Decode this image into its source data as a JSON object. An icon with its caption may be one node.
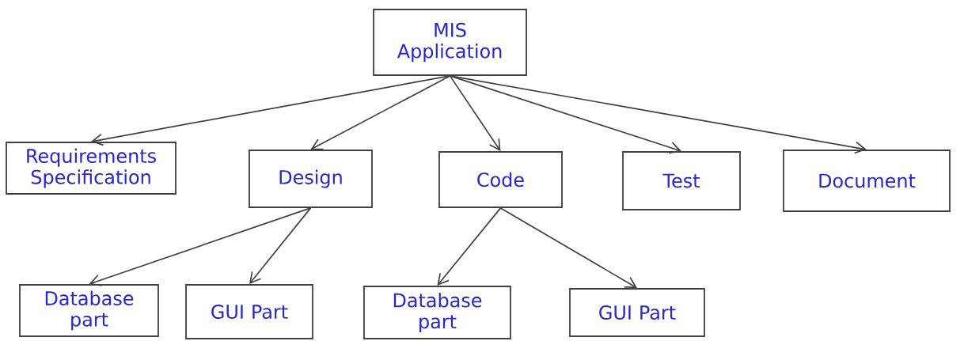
{
  "diagram": {
    "nodes": [
      {
        "text": [
          "MIS Application"
        ]
      },
      {
        "text": [
          "Requirements Specification"
        ]
      },
      {
        "text": [
          "Design"
        ]
      },
      {
        "text": [
          "Code"
        ]
      },
      {
        "text": [
          "Test"
        ]
      },
      {
        "text": [
          "Document"
        ]
      },
      {
        "text": [
          "Database part"
        ]
      },
      {
        "text": [
          "GUI Part"
        ]
      },
      {
        "text": [
          "Database part"
        ]
      },
      {
        "text": [
          "GUI Part"
        ]
      }
    ],
    "edges": [
      {
        "from": 0,
        "to": 1,
        "arrow": "to"
      },
      {
        "from": 0,
        "to": 2,
        "arrow": "to"
      },
      {
        "from": 0,
        "to": 3,
        "arrow": "to"
      },
      {
        "from": 0,
        "to": 4,
        "arrow": "to"
      },
      {
        "from": 0,
        "to": 5,
        "arrow": "to"
      },
      {
        "from": 2,
        "to": 6,
        "arrow": "to"
      },
      {
        "from": 2,
        "to": 7,
        "arrow": "to"
      },
      {
        "from": 3,
        "to": 8,
        "arrow": "to"
      },
      {
        "from": 3,
        "to": 9,
        "arrow": "to"
      }
    ]
  }
}
